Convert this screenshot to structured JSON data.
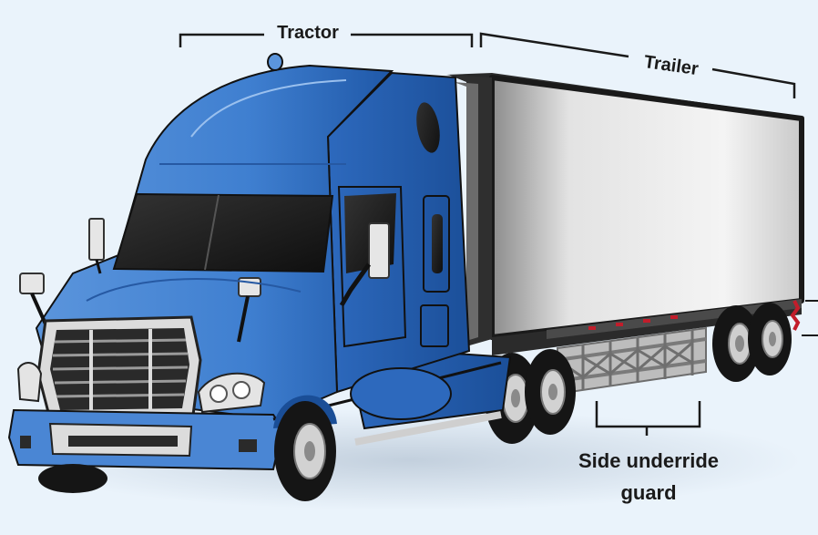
{
  "labels": {
    "tractor": "Tractor",
    "trailer": "Trailer",
    "guard_line1": "Side underride",
    "guard_line2": "guard"
  },
  "colors": {
    "background": "#eaf3fb",
    "cab_blue": "#3f7fd0",
    "cab_blue_dark": "#1f58a8",
    "trailer_light": "#f2f2f2",
    "trailer_dark": "#8c8c8c",
    "guard_gray": "#b5b5b5",
    "chrome": "#d9d9d9",
    "tire": "#151515",
    "marker_red": "#c21d2b",
    "bracket": "#1a1a1a"
  }
}
